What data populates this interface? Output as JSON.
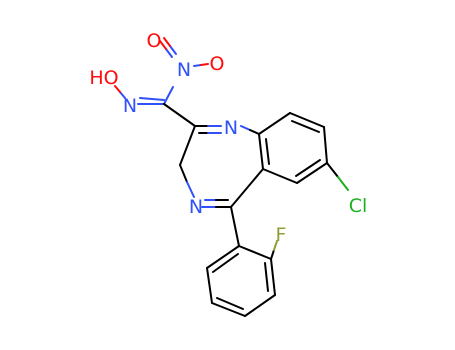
{
  "molecule": {
    "atoms": [
      {
        "id": "O_nitro",
        "text": "O",
        "color": "#ff0d0d"
      },
      {
        "id": "N_nitro",
        "text": "N",
        "color": "#3050f8"
      },
      {
        "id": "O_nitro_minus",
        "text": "O",
        "color": "#ff0d0d"
      },
      {
        "id": "HO",
        "text": "HO",
        "color": "#ff0d0d"
      },
      {
        "id": "N_oxime",
        "text": "N",
        "color": "#3050f8"
      },
      {
        "id": "N1",
        "text": "N",
        "color": "#3050f8"
      },
      {
        "id": "N4",
        "text": "N",
        "color": "#3050f8"
      },
      {
        "id": "Cl",
        "text": "Cl",
        "color": "#1fb01f"
      },
      {
        "id": "F",
        "text": "F",
        "color": "#90a036"
      }
    ]
  }
}
